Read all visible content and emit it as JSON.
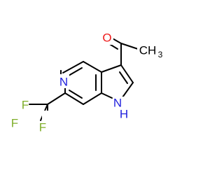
{
  "molecule": {
    "atoms": {
      "pyridine_n": {
        "symbol": "N",
        "color": "#1f1fdd"
      },
      "pyrrole_nh": {
        "symbol": "N",
        "h_symbol": "H",
        "color": "#1f1fdd"
      },
      "carbonyl_o": {
        "symbol": "O",
        "color": "#ee1c1c"
      },
      "fluorine_top": {
        "symbol": "F",
        "color": "#7fae2a"
      },
      "fluorine_left": {
        "symbol": "F",
        "color": "#7fae2a"
      },
      "fluorine_bottom": {
        "symbol": "F",
        "color": "#7fae2a"
      },
      "methyl_ch3": {
        "symbol": "CH",
        "subscript": "3",
        "color": "#000000"
      }
    },
    "bond_color": "#000000"
  }
}
